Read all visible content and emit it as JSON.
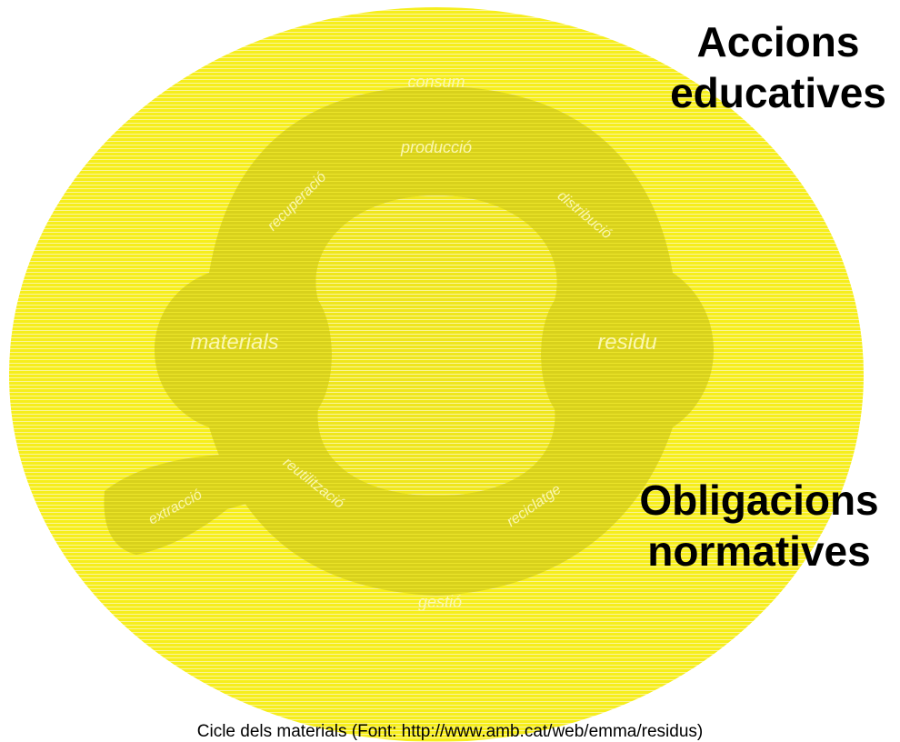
{
  "colors": {
    "ellipse": "#f6ee1c",
    "inner": "#e9e21e",
    "band": "#d9d21d",
    "hatch": "#fbf59a"
  },
  "diagram": {
    "outer_label": "Accions educatives",
    "outer_label_lines": [
      "Accions",
      "educatives"
    ],
    "inner_label": "Obligacions normatives",
    "inner_label_lines": [
      "Obligacions",
      "normatives"
    ],
    "nodes": {
      "top": "consum",
      "left": "materials",
      "right": "residu",
      "bottom": "gestió",
      "tail": "extracció"
    },
    "edges": {
      "upper_middle": "producció",
      "upper_left": "recuperació",
      "upper_right": "distribució",
      "lower_left": "reutilització",
      "lower_right": "reciclatge"
    }
  },
  "caption": "Cicle dels materials (Font: http://www.amb.cat/web/emma/residus)"
}
